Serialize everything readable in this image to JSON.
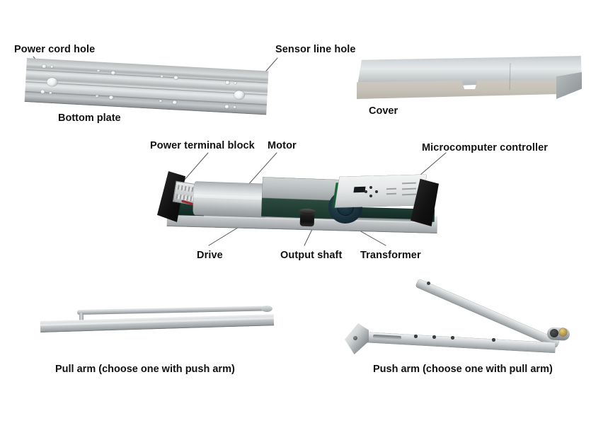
{
  "diagram": {
    "title": "Door operator exploded parts diagram",
    "background_color": "#ffffff"
  },
  "callouts": [
    {
      "id": "power-cord-hole",
      "label": "Power cord hole"
    },
    {
      "id": "sensor-line-hole",
      "label": "Sensor line hole"
    },
    {
      "id": "power-terminal-block",
      "label": "Power terminal block"
    },
    {
      "id": "motor",
      "label": "Motor"
    },
    {
      "id": "microcomputer-controller",
      "label": "Microcomputer controller"
    },
    {
      "id": "drive",
      "label": "Drive"
    },
    {
      "id": "output-shaft",
      "label": "Output shaft"
    },
    {
      "id": "transformer",
      "label": "Transformer"
    }
  ],
  "captions": [
    {
      "id": "bottom-plate",
      "label": "Bottom plate"
    },
    {
      "id": "cover",
      "label": "Cover"
    },
    {
      "id": "pull-arm",
      "label": "Pull arm (choose one with push arm)"
    },
    {
      "id": "push-arm",
      "label": "Push arm (choose one with pull arm)"
    }
  ],
  "colors": {
    "text": "#111111",
    "leader_line": "#555555",
    "aluminum_light": "#e4e7e8",
    "aluminum_mid": "#c3c7c9",
    "aluminum_dark": "#8f9496",
    "endcap_black": "#121212",
    "pcb_green": "#1b362d",
    "brass": "#c2a455"
  }
}
